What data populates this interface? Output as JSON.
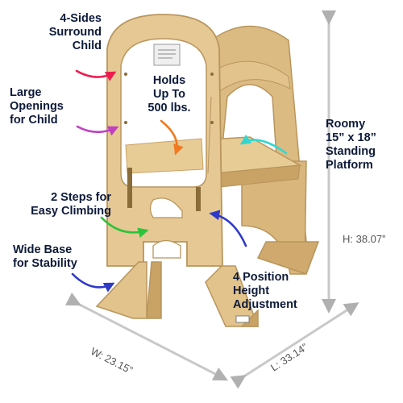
{
  "annotations": {
    "surround": "4-Sides\nSurround\nChild",
    "openings": "Large\nOpenings\nfor Child",
    "holds": "Holds\nUp To\n500 lbs.",
    "platform": "Roomy\n15” x 18”\nStanding\nPlatform",
    "steps": "2 Steps for\nEasy Climbing",
    "base": "Wide Base\nfor Stability",
    "height": "4 Position\nHeight\nAdjustment"
  },
  "dimensions": {
    "height": "H: 38.07”",
    "width": "W: 23.15”",
    "length": "L: 33.14”"
  },
  "arrow_colors": {
    "surround": "#ee1c4e",
    "openings": "#c040c0",
    "holds": "#f07a22",
    "platform": "#33d6d0",
    "steps": "#2bc43a",
    "base": "#2f39c8",
    "height": "#2f39c8"
  },
  "product": {
    "wood_color": "#e4c690",
    "edge_color": "#b8955c"
  }
}
